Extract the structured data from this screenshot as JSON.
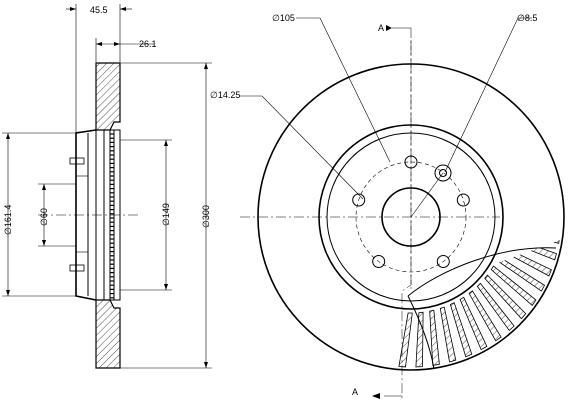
{
  "dimensions": {
    "hub_width": "45.5",
    "hat_depth": "26.1",
    "outer_diameter": "300",
    "hat_diameter": "161.4",
    "center_bore": "60",
    "friction_inner": "149",
    "bolt_circle": "105",
    "bolt_hole": "14.25",
    "small_hole": "8.5"
  },
  "section_marker": "A",
  "diameter_symbol": "∅"
}
